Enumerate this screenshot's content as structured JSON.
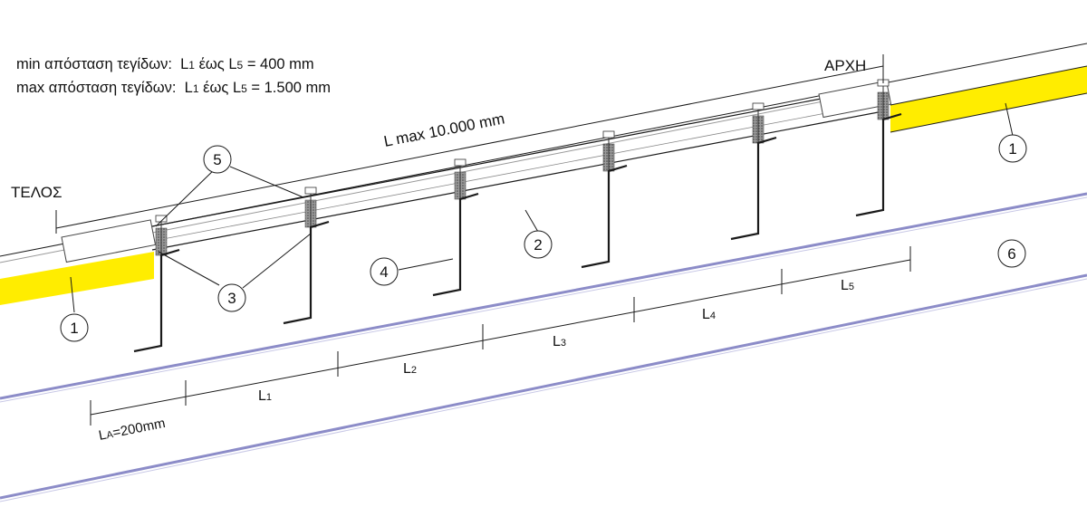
{
  "notes": {
    "min_prefix": "min απόσταση τεγίδων:",
    "max_prefix": "max απόσταση τεγίδων:",
    "L1": "L",
    "L1_sub": "1",
    "eos": "έως",
    "L5": "L",
    "L5_sub": "5",
    "min_value": "= 400 mm",
    "max_value": "= 1.500 mm"
  },
  "labels": {
    "start": "ΑΡΧΗ",
    "end": "ΤΕΛΟΣ",
    "lmax": "L max 10.000 mm",
    "la_main": "L",
    "la_sub": "A",
    "la_value": "=200mm"
  },
  "spans": [
    {
      "main": "L",
      "sub": "1"
    },
    {
      "main": "L",
      "sub": "2"
    },
    {
      "main": "L",
      "sub": "3"
    },
    {
      "main": "L",
      "sub": "4"
    },
    {
      "main": "L",
      "sub": "5"
    }
  ],
  "callouts": [
    "1",
    "1",
    "2",
    "3",
    "4",
    "5",
    "6"
  ],
  "colors": {
    "panel": "#ffed00",
    "stroke": "#1a1a1a",
    "guide": "#7f7fbf",
    "gasket": "#666666"
  }
}
